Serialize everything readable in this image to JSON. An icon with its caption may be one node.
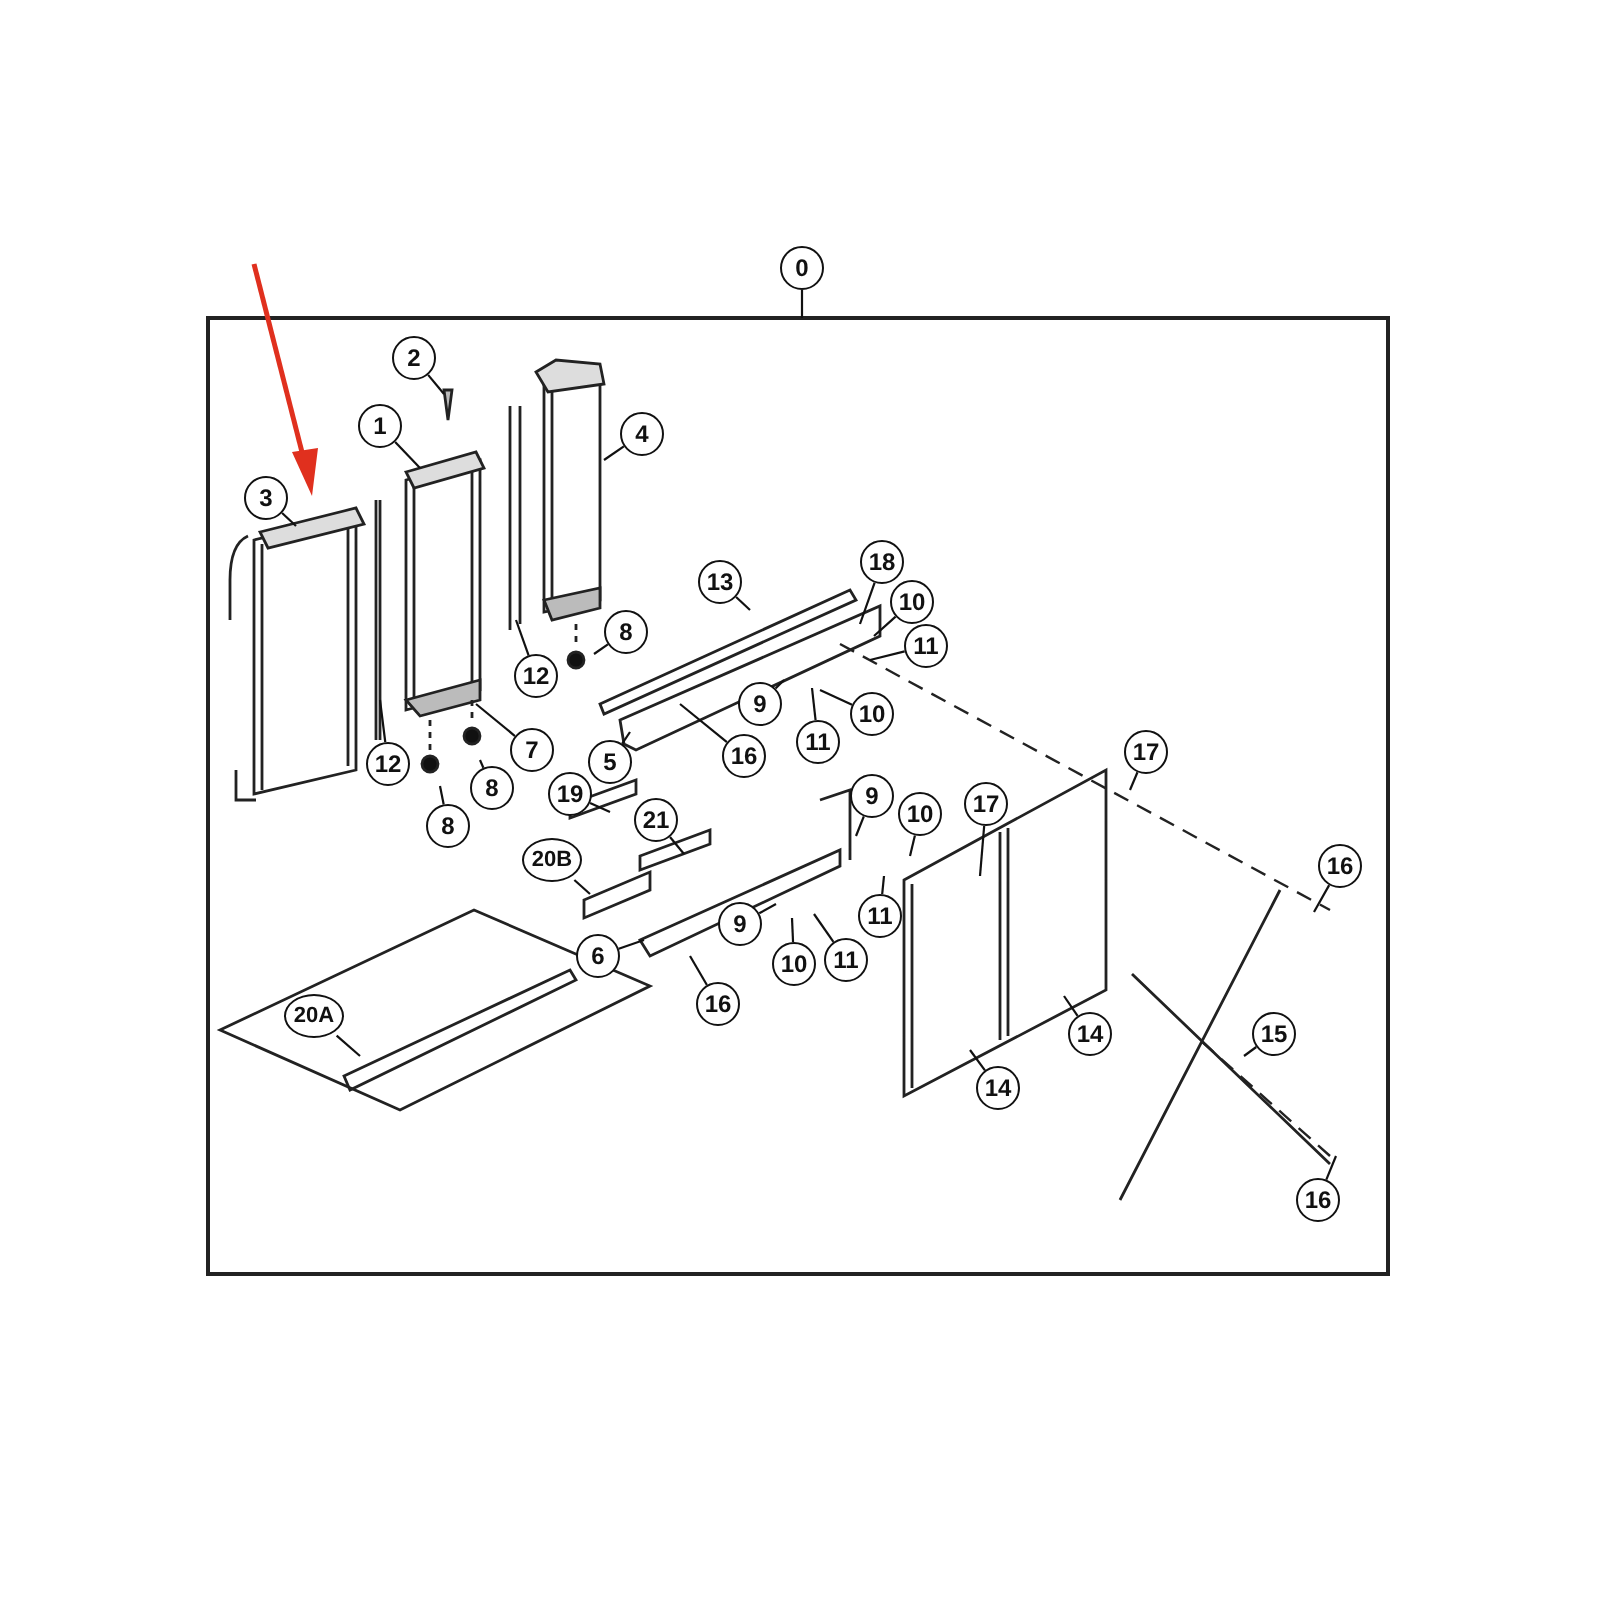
{
  "diagram": {
    "nodes": [
      {
        "text": [],
        "shape": "box"
      },
      {
        "text": [
          "0"
        ]
      },
      {
        "text": [
          "2"
        ],
        "in": 0
      },
      {
        "text": [
          "1"
        ],
        "in": 0
      },
      {
        "text": [
          "4"
        ],
        "in": 0
      },
      {
        "text": [
          "3"
        ],
        "in": 0
      },
      {
        "text": [
          "18"
        ],
        "in": 0
      },
      {
        "text": [
          "13"
        ],
        "in": 0
      },
      {
        "text": [
          "10"
        ],
        "in": 0
      },
      {
        "text": [
          "8"
        ],
        "in": 0
      },
      {
        "text": [
          "11"
        ],
        "in": 0
      },
      {
        "text": [
          "12"
        ],
        "in": 0
      },
      {
        "text": [
          "9"
        ],
        "in": 0
      },
      {
        "text": [
          "10"
        ],
        "in": 0
      },
      {
        "text": [
          "7"
        ],
        "in": 0
      },
      {
        "text": [
          "11"
        ],
        "in": 0
      },
      {
        "text": [
          "16"
        ],
        "in": 0
      },
      {
        "text": [
          "5"
        ],
        "in": 0
      },
      {
        "text": [
          "12"
        ],
        "in": 0
      },
      {
        "text": [
          "17"
        ],
        "in": 0
      },
      {
        "text": [
          "8"
        ],
        "in": 0
      },
      {
        "text": [
          "19"
        ],
        "in": 0
      },
      {
        "text": [
          "17"
        ],
        "in": 0
      },
      {
        "text": [
          "8"
        ],
        "in": 0
      },
      {
        "text": [
          "9"
        ],
        "in": 0
      },
      {
        "text": [
          "10"
        ],
        "in": 0
      },
      {
        "text": [
          "21"
        ],
        "in": 0
      },
      {
        "text": [
          "20B"
        ],
        "in": 0
      },
      {
        "text": [
          "16"
        ],
        "in": 0
      },
      {
        "text": [
          "11"
        ],
        "in": 0
      },
      {
        "text": [
          "9"
        ],
        "in": 0
      },
      {
        "text": [
          "6"
        ],
        "in": 0
      },
      {
        "text": [
          "11"
        ],
        "in": 0
      },
      {
        "text": [
          "10"
        ],
        "in": 0
      },
      {
        "text": [
          "16"
        ],
        "in": 0
      },
      {
        "text": [
          "20A"
        ],
        "in": 0
      },
      {
        "text": [
          "14"
        ],
        "in": 0
      },
      {
        "text": [
          "15"
        ],
        "in": 0
      },
      {
        "text": [
          "14"
        ],
        "in": 0
      },
      {
        "text": [
          "16"
        ],
        "in": 0
      }
    ],
    "edges": [
      {
        "from": 1,
        "to": 0,
        "arrow": "none"
      },
      {
        "from": 2,
        "to": null,
        "arrow": "none"
      },
      {
        "from": 3,
        "to": null,
        "arrow": "none"
      },
      {
        "from": 4,
        "to": null,
        "arrow": "none"
      },
      {
        "from": 5,
        "to": null,
        "arrow": "none"
      },
      {
        "from": 6,
        "to": null,
        "arrow": "none"
      },
      {
        "from": 7,
        "to": null,
        "arrow": "none"
      },
      {
        "from": 8,
        "to": null,
        "arrow": "none"
      },
      {
        "from": 9,
        "to": null,
        "arrow": "none"
      },
      {
        "from": 10,
        "to": null,
        "arrow": "none"
      },
      {
        "from": 11,
        "to": null,
        "arrow": "none"
      },
      {
        "from": 12,
        "to": null,
        "arrow": "none"
      },
      {
        "from": 13,
        "to": null,
        "arrow": "none"
      },
      {
        "from": 14,
        "to": null,
        "arrow": "none"
      },
      {
        "from": 15,
        "to": null,
        "arrow": "none"
      },
      {
        "from": 16,
        "to": null,
        "arrow": "none"
      },
      {
        "from": 17,
        "to": null,
        "arrow": "none"
      },
      {
        "from": 18,
        "to": null,
        "arrow": "none"
      },
      {
        "from": 19,
        "to": null,
        "arrow": "none"
      },
      {
        "from": 20,
        "to": null,
        "arrow": "none"
      },
      {
        "from": 21,
        "to": null,
        "arrow": "none"
      },
      {
        "from": 22,
        "to": null,
        "arrow": "none"
      },
      {
        "from": 23,
        "to": null,
        "arrow": "none"
      },
      {
        "from": 24,
        "to": null,
        "arrow": "none"
      },
      {
        "from": 25,
        "to": null,
        "arrow": "none"
      },
      {
        "from": 26,
        "to": null,
        "arrow": "none"
      },
      {
        "from": 27,
        "to": null,
        "arrow": "none"
      },
      {
        "from": 28,
        "to": null,
        "arrow": "none"
      },
      {
        "from": 29,
        "to": null,
        "arrow": "none"
      },
      {
        "from": 30,
        "to": null,
        "arrow": "none"
      },
      {
        "from": 31,
        "to": null,
        "arrow": "none"
      },
      {
        "from": 32,
        "to": null,
        "arrow": "none"
      },
      {
        "from": 33,
        "to": null,
        "arrow": "none"
      },
      {
        "from": 34,
        "to": null,
        "arrow": "none"
      },
      {
        "from": 35,
        "to": null,
        "arrow": "none"
      },
      {
        "from": 36,
        "to": null,
        "arrow": "none"
      },
      {
        "from": 37,
        "to": null,
        "arrow": "none"
      },
      {
        "from": 38,
        "to": null,
        "arrow": "none"
      },
      {
        "from": 39,
        "to": null,
        "arrow": "none"
      }
    ]
  }
}
